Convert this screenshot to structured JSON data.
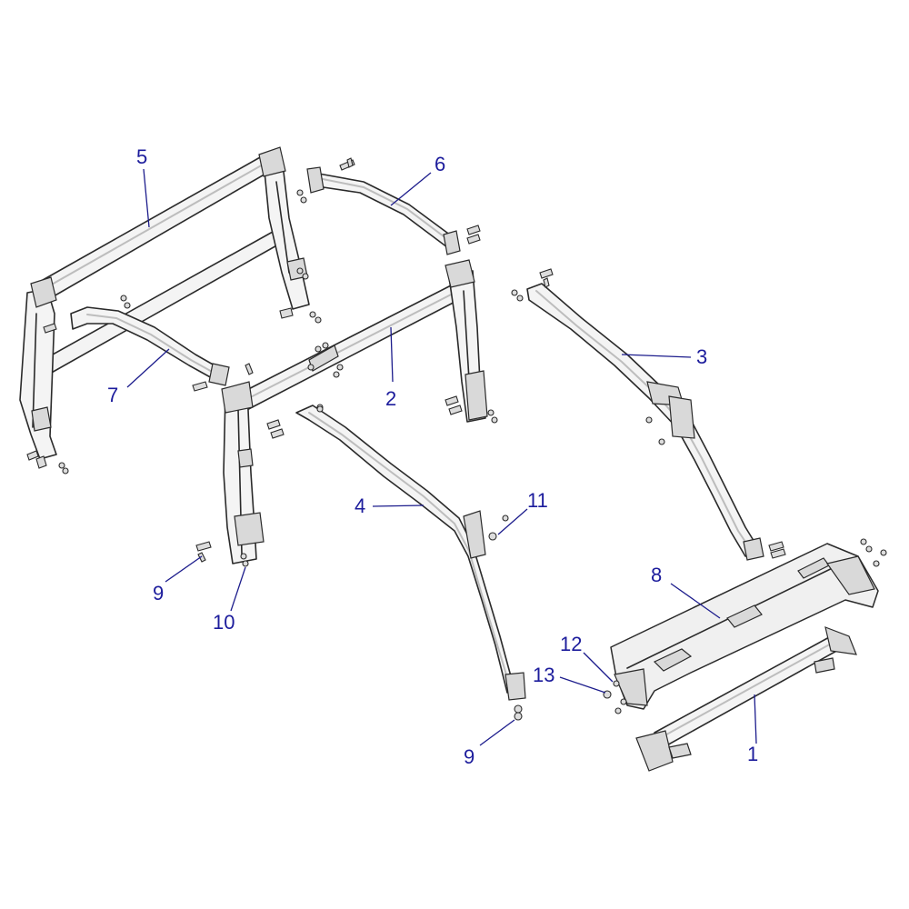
{
  "diagram": {
    "callouts": [
      {
        "id": "c1",
        "label": "1"
      },
      {
        "id": "c2",
        "label": "2"
      },
      {
        "id": "c3",
        "label": "3"
      },
      {
        "id": "c4",
        "label": "4"
      },
      {
        "id": "c5",
        "label": "5"
      },
      {
        "id": "c6",
        "label": "6"
      },
      {
        "id": "c7",
        "label": "7"
      },
      {
        "id": "c8",
        "label": "8"
      },
      {
        "id": "c9a",
        "label": "9"
      },
      {
        "id": "c9b",
        "label": "9"
      },
      {
        "id": "c10",
        "label": "10"
      },
      {
        "id": "c11",
        "label": "11"
      },
      {
        "id": "c12",
        "label": "12"
      },
      {
        "id": "c13",
        "label": "13"
      }
    ]
  }
}
